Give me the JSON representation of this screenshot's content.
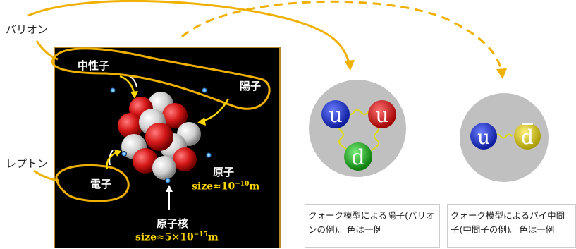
{
  "labels": {
    "baryon": "バリオン",
    "lepton": "レプトン"
  },
  "atom": {
    "neutron": "中性子",
    "proton": "陽子",
    "electron": "電子",
    "atom": "原子",
    "atom_size_prefix": "size≈10",
    "atom_size_exp": "−10",
    "atom_size_unit": "m",
    "nucleus": "原子核",
    "nucleus_size_prefix": "size≈5×10",
    "nucleus_size_exp": "−15",
    "nucleus_size_unit": "m"
  },
  "proton_model": {
    "quarks": [
      "u",
      "u",
      "d"
    ],
    "colors": [
      "#1a2fd0",
      "#e01a1a",
      "#18b018"
    ],
    "caption": "クォーク模型による陽子(バリオンの例)。色は一例"
  },
  "pion_model": {
    "quarks": [
      "u",
      "d"
    ],
    "colors": [
      "#1a2fd0",
      "#e6d000"
    ],
    "caption": "クォーク模型によるパイ中間子(中間子の例)。色は一例"
  },
  "colors": {
    "annotation": "#f0b000",
    "atom_background": "#000000",
    "size_text": "#ffd800",
    "hadron_disk": "#bdbdbd"
  }
}
